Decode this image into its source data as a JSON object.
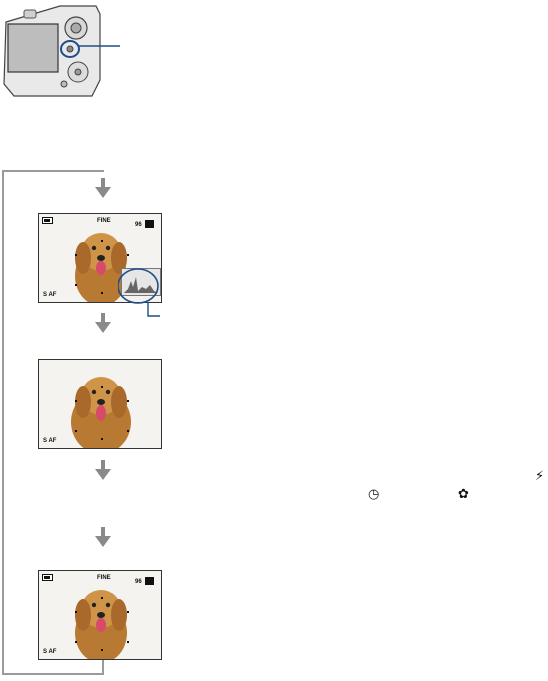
{
  "colors": {
    "accent": "#1f4e8c",
    "loop": "#9a9a9a",
    "dog": "#c8893a"
  },
  "screens": [
    {
      "id": "full",
      "battery": "battery-icon",
      "mode_label": "FINE",
      "count": "96",
      "af_label": "S AF",
      "histogram": true
    },
    {
      "id": "simple",
      "af_label": "S AF",
      "histogram": false
    },
    {
      "id": "basic",
      "battery": "battery-icon",
      "mode_label": "FINE",
      "count": "96",
      "af_label": "S AF",
      "histogram": false
    }
  ],
  "glyphs": {
    "flash": "flash-icon",
    "self_timer": "self-timer-icon",
    "macro": "macro-icon"
  }
}
